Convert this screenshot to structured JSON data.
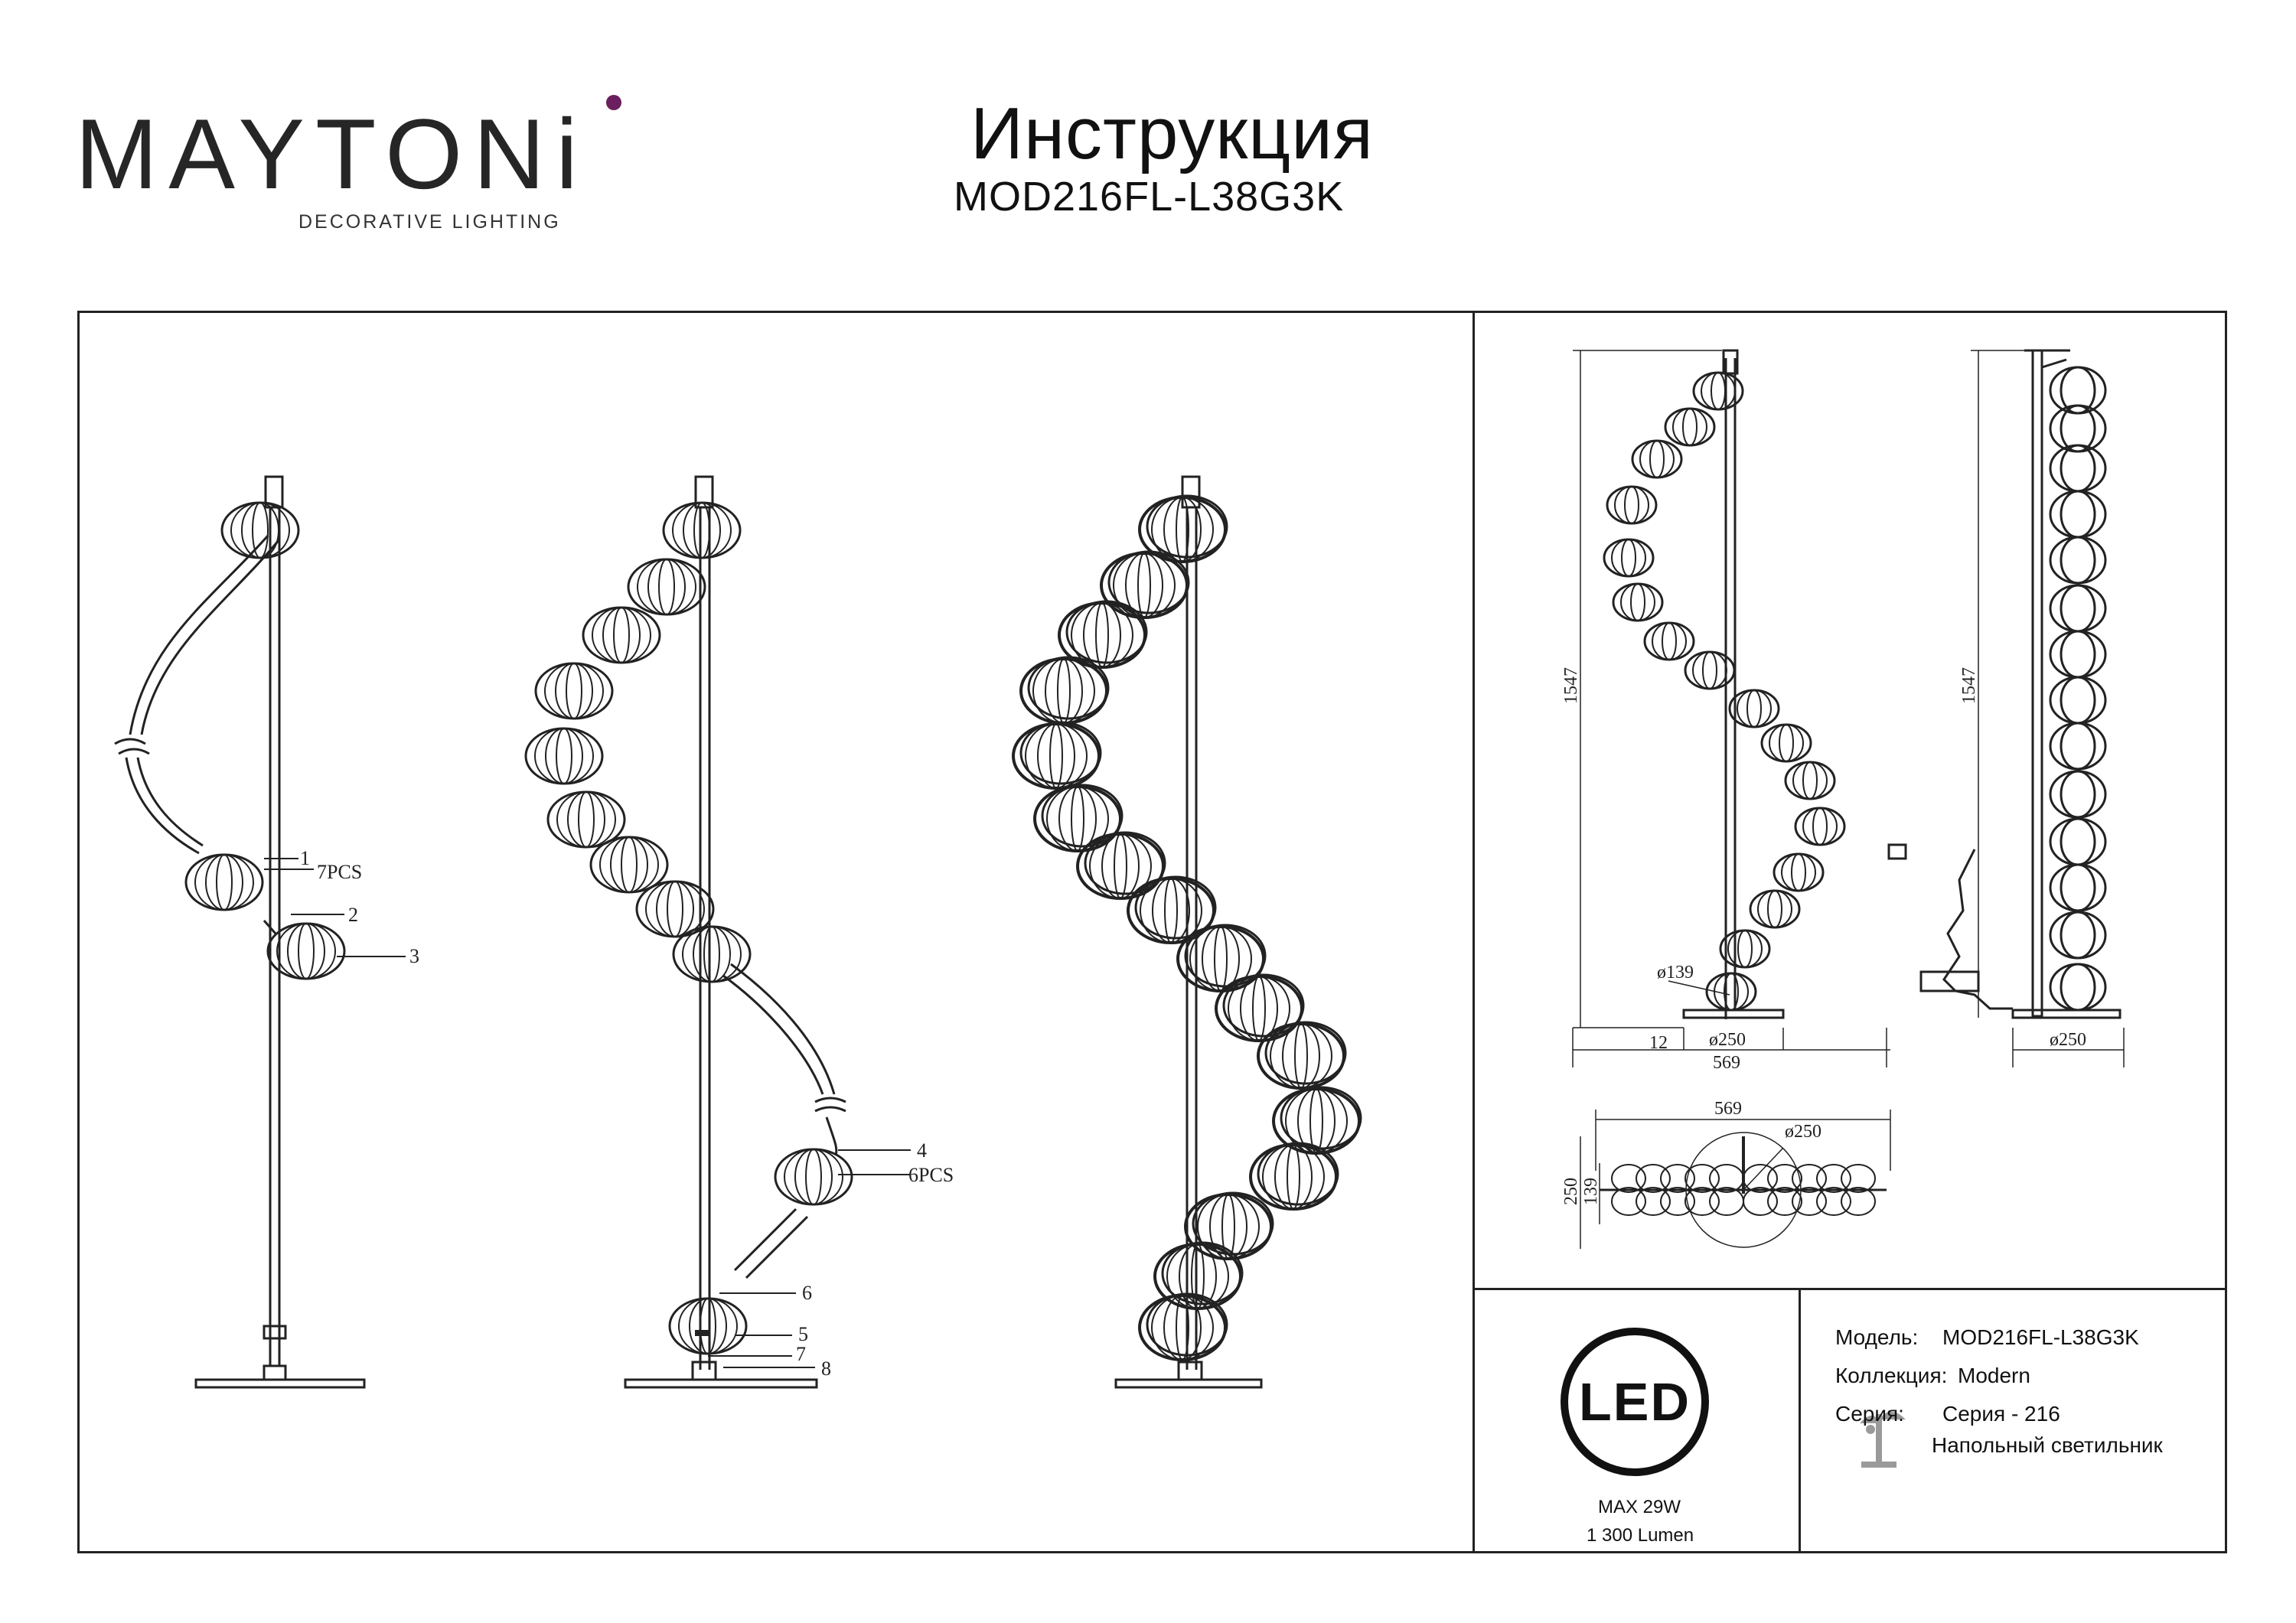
{
  "brand": {
    "name": "MAYTONi",
    "tagline": "DECORATIVE LIGHTING",
    "accent_color": "#6b1f5e"
  },
  "header": {
    "title": "Инструкция",
    "model": "MOD216FL-L38G3K"
  },
  "drawings": {
    "part_labels": [
      "1",
      "7PCS",
      "2",
      "3",
      "4",
      "6PCS",
      "6",
      "5",
      "7",
      "8"
    ],
    "dims": {
      "height": "1547",
      "base_diameter": "ø250",
      "ball_diameter": "ø139",
      "base_thickness": "12",
      "width": "569",
      "top_width": "569",
      "top_depth": "250",
      "top_ball": "139"
    }
  },
  "specs": {
    "led_label": "LED",
    "power": "MAX 29W",
    "lumen": "1 300 Lumen"
  },
  "info": {
    "model_label": "Модель:",
    "model_value": "MOD216FL-L38G3K",
    "collection_label": "Коллекция:",
    "collection_value": "Modern",
    "series_label": "Серия:",
    "series_value": "Серия - 216",
    "type_value": "Напольный светильник"
  }
}
